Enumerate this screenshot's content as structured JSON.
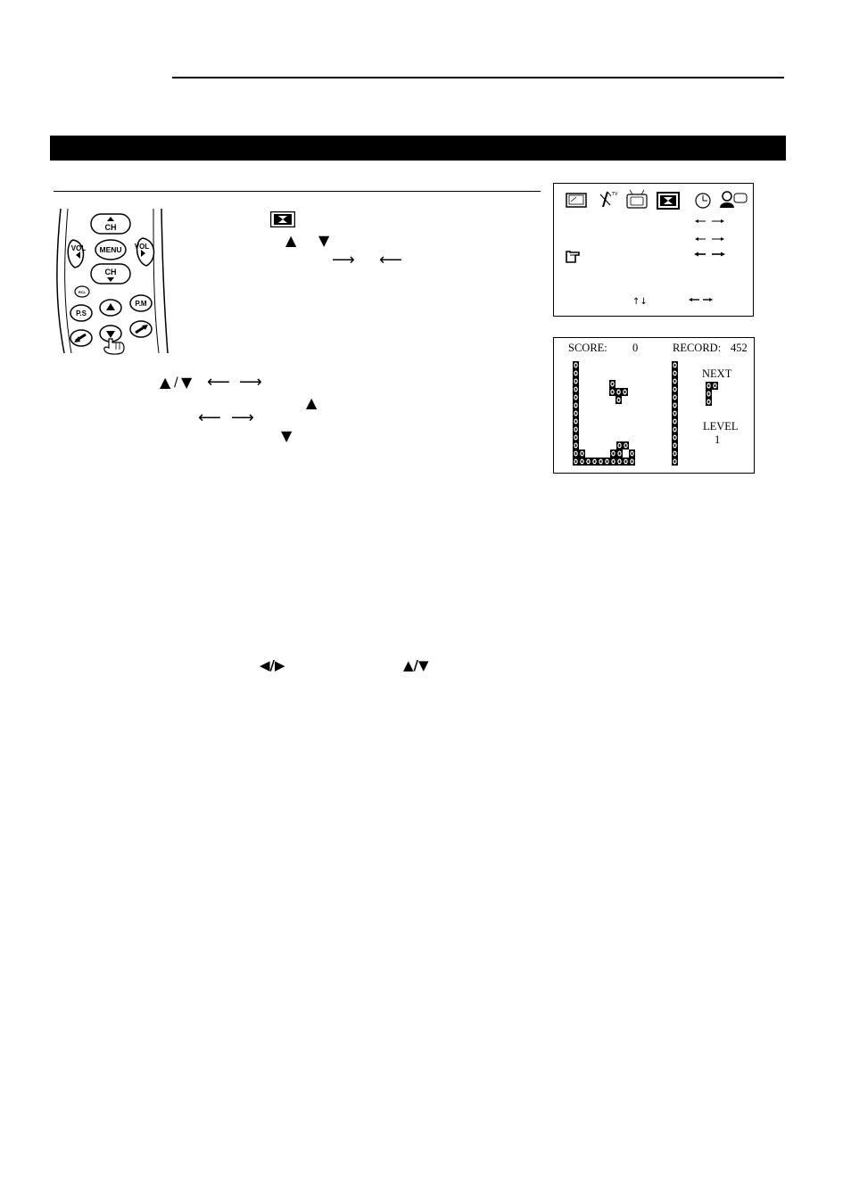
{
  "remote": {
    "buttons": {
      "ch_up": "CH",
      "ch_down": "CH",
      "vol_left": "VOL",
      "vol_right": "VOL",
      "menu": "MENU",
      "recall": "RCL",
      "ps": "P.S",
      "pm": "P.M"
    }
  },
  "instruction_glyphs": {
    "up": "▲",
    "down": "▼",
    "left_arrow": "⟵",
    "right_arrow": "⟶",
    "left_right": "◀/▶",
    "up_down": "▲/▼",
    "slash": "/"
  },
  "menu_screen": {
    "icons": [
      "picture-icon",
      "antenna-icon",
      "tv-icon",
      "game-icon",
      "clock-icon",
      "person-icon"
    ],
    "selected_icon": "game-icon",
    "nav_hint_updown": "↑↓"
  },
  "game_screen": {
    "score_label": "SCORE:",
    "score_value": "0",
    "record_label": "RECORD:",
    "record_value": "452",
    "next_label": "NEXT",
    "level_label": "LEVEL",
    "level_value": "1"
  }
}
